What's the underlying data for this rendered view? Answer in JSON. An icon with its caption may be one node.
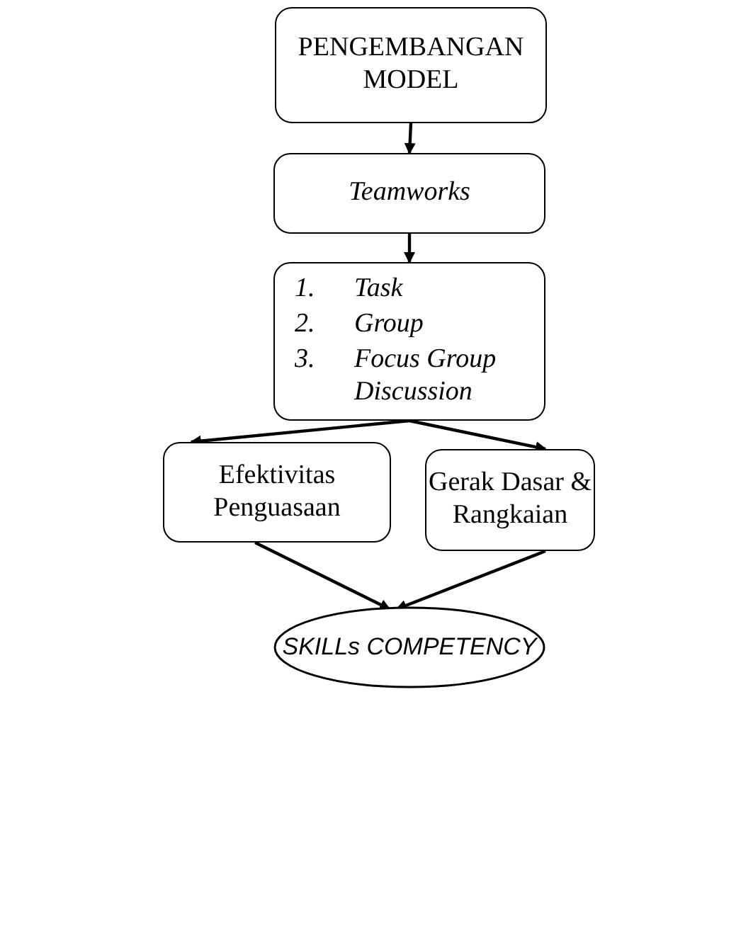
{
  "diagram": {
    "nodes": [
      {
        "text": [
          "PENGEMBANGAN MODEL"
        ]
      },
      {
        "text": [
          "Teamworks"
        ]
      },
      {
        "text": [
          "1.",
          "Task",
          "2.",
          "Group",
          "3.",
          "Focus Group Discussion"
        ]
      },
      {
        "text": [
          "Efektivitas Penguasaan"
        ]
      },
      {
        "text": [
          "Gerak Dasar & Rangkaian"
        ]
      },
      {
        "text": [
          "SKILLs COMPETENCY"
        ]
      }
    ],
    "edges": [
      {
        "from": 0,
        "to": 1,
        "arrow": "to"
      },
      {
        "from": 1,
        "to": 2,
        "arrow": "to"
      },
      {
        "from": 2,
        "to": 3,
        "arrow": "to"
      },
      {
        "from": 2,
        "to": 4,
        "arrow": "to"
      },
      {
        "from": 3,
        "to": 5,
        "arrow": "to"
      },
      {
        "from": 4,
        "to": 5,
        "arrow": "to"
      }
    ]
  }
}
